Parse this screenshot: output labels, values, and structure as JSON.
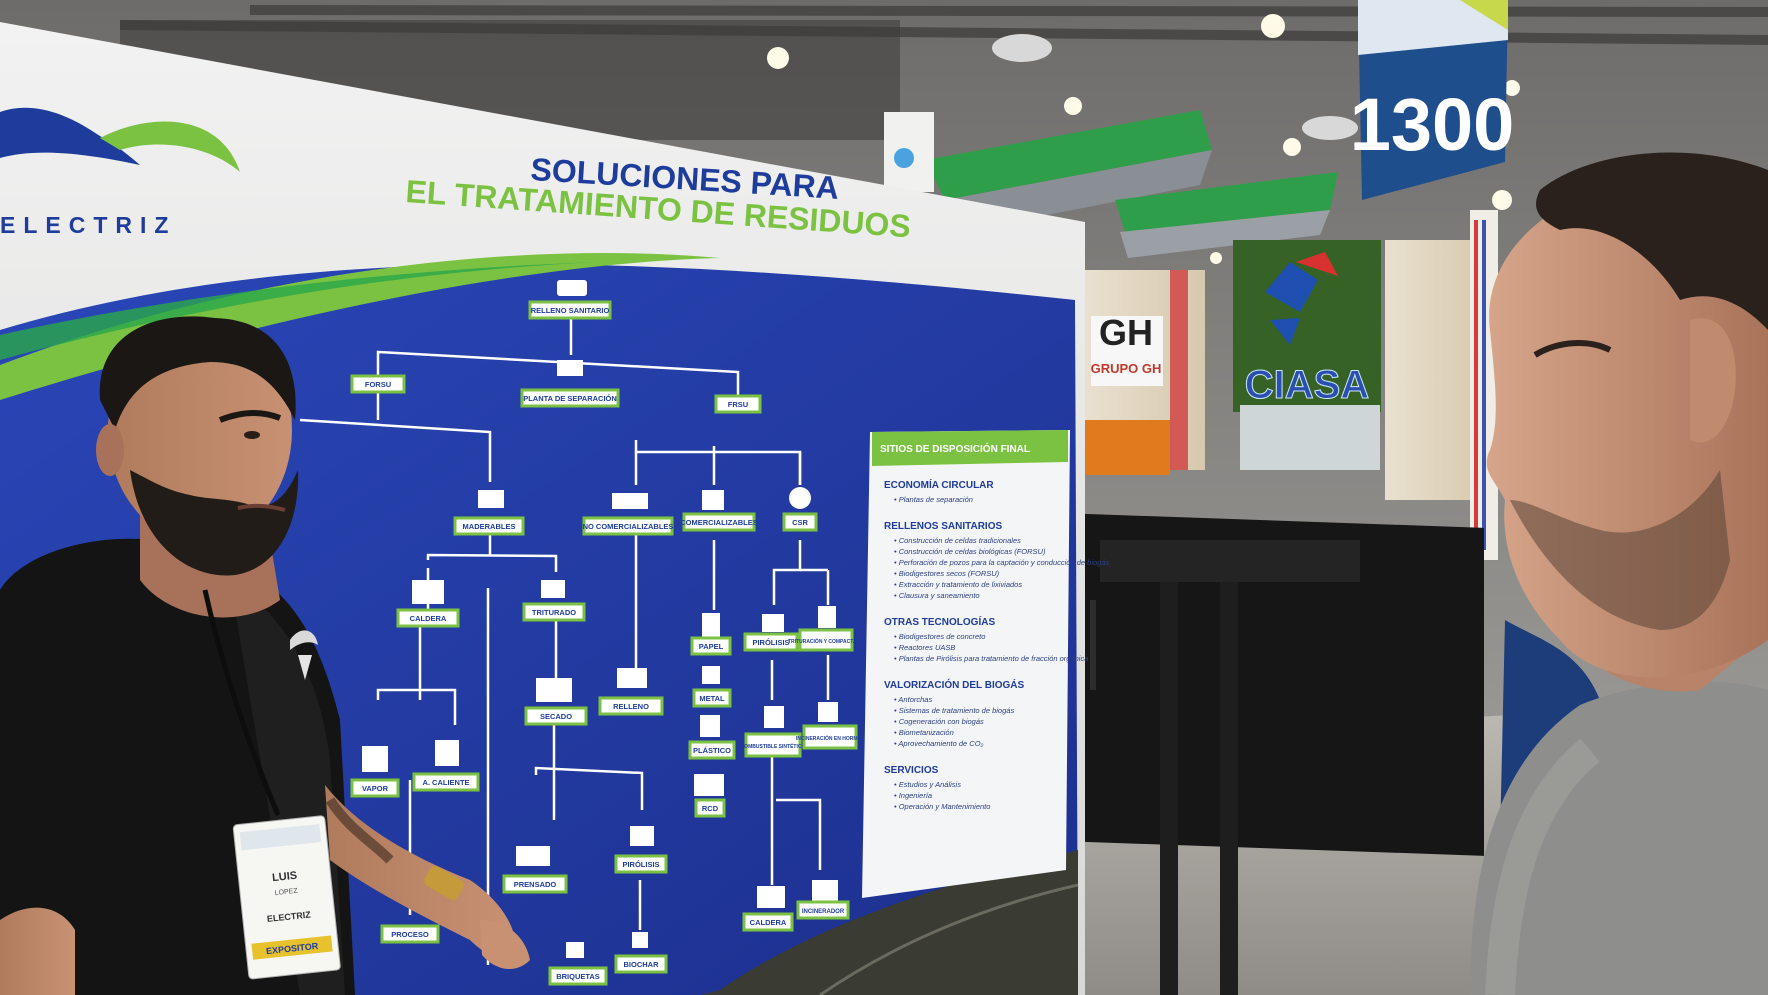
{
  "brand": {
    "logo_text": "ELECTRIZ",
    "accent_blue": "#1f3d9e",
    "accent_green": "#7cc242"
  },
  "banner": {
    "title_line1": "SOLUCIONES PARA",
    "title_line2": "EL TRATAMIENTO DE RESIDUOS"
  },
  "flowchart": {
    "relleno_sanitario": "RELLENO SANITARIO",
    "forsu": "FORSU",
    "planta_separacion": "PLANTA DE SEPARACIÓN",
    "frsu": "FRSU",
    "maderables": "MADERABLES",
    "no_comercializables": "NO COMERCIALIZABLES",
    "comercializables": "COMERCIALIZABLES",
    "csr": "CSR",
    "caldera": "CALDERA",
    "triturado": "TRITURADO",
    "papel": "PAPEL",
    "pirolisis": "PIRÓLISIS",
    "trituracion_compactado": "TRITURACIÓN Y COMPACTADO",
    "secado": "SECADO",
    "relleno": "RELLENO",
    "metal": "METAL",
    "vapor": "VAPOR",
    "al_caliente": "A. CALIENTE",
    "plastico": "PLÁSTICO",
    "combustible_sintetico": "COMBUSTIBLE SINTÉTICO",
    "incineracion_hornos": "INCINERACIÓN EN HORNOS",
    "rcd": "RCD",
    "prensado": "PRENSADO",
    "pirolisis_2": "PIRÓLISIS",
    "proceso": "PROCESO",
    "caldera_2": "CALDERA",
    "incinerador": "INCINERADOR",
    "briquetas": "BRIQUETAS",
    "biochar": "BIOCHAR"
  },
  "sidebar": {
    "header": "SITIOS DE DISPOSICIÓN FINAL",
    "sections": [
      {
        "title": "ECONOMÍA CIRCULAR",
        "items": [
          "Plantas de separación"
        ]
      },
      {
        "title": "RELLENOS SANITARIOS",
        "items": [
          "Construcción de celdas tradicionales",
          "Construcción de celdas biológicas (FORSU)",
          "Perforación de pozos para la captación y conducción de biogás",
          "Biodigestores secos (FORSU)",
          "Extracción y tratamiento de lixiviados",
          "Clausura y saneamiento"
        ]
      },
      {
        "title": "OTRAS TECNOLOGÍAS",
        "items": [
          "Biodigestores de concreto",
          "Reactores UASB",
          "Plantas de Pirólisis para tratamiento de fracción orgánica"
        ]
      },
      {
        "title": "VALORIZACIÓN DEL BIOGÁS",
        "items": [
          "Antorchas",
          "Sistemas de tratamiento de biogás",
          "Cogeneración con biogás",
          "Biometanización",
          "Aprovechamiento de CO₂"
        ]
      },
      {
        "title": "SERVICIOS",
        "items": [
          "Estudios y Análisis",
          "Ingeniería",
          "Operación y Mantenimiento"
        ]
      }
    ]
  },
  "badge": {
    "name": "LUIS",
    "surname": "LOPEZ",
    "company": "ELECTRIZ",
    "role": "EXPOSITOR"
  },
  "background": {
    "booth_number": "1300",
    "booth_brand": "CIASA",
    "neighbor_brand": "GH",
    "neighbor_sub": "GRUPO GH"
  }
}
